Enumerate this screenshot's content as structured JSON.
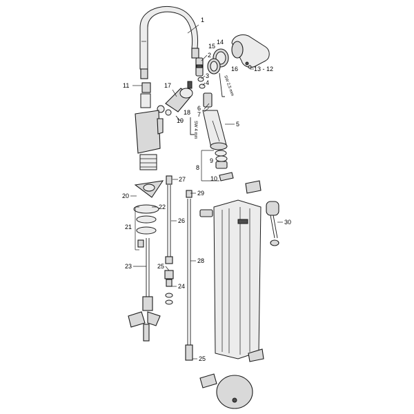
{
  "labels": {
    "l1": "1",
    "l2": "2",
    "l3": "3",
    "l4": "4",
    "l5": "5",
    "l6": "6",
    "l7": "7",
    "l8": "8",
    "l9": "9",
    "l10": "10",
    "l11": "11",
    "l12": "13 - 12",
    "l14": "14",
    "l15": "15",
    "l16": "16",
    "l17": "17",
    "l18": "18",
    "l19": "19",
    "l20": "20",
    "l21": "21",
    "l22": "22",
    "l23": "23",
    "l24": "24",
    "l25a": "25",
    "l25b": "25",
    "l26": "26",
    "l27": "27",
    "l28": "28",
    "l29": "29",
    "l30": "30"
  },
  "annotations": {
    "sw_a": "SW 4 mm",
    "sw_b": "SW 2,5 mm"
  },
  "colors": {
    "stroke": "#1a1a1a",
    "fill": "#d9d9d9",
    "background": "#ffffff"
  }
}
